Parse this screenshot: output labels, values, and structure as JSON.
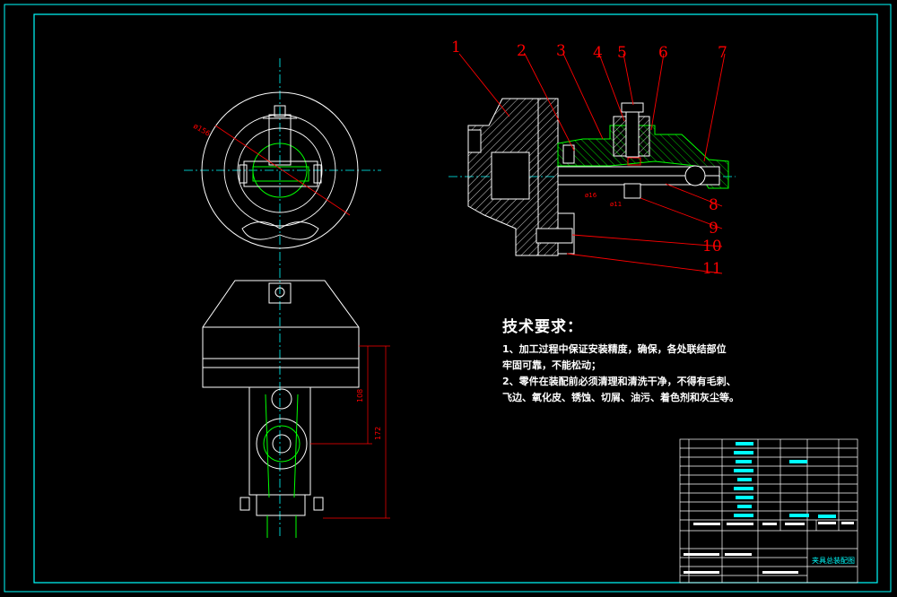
{
  "drawing": {
    "part_labels": [
      "1",
      "2",
      "3",
      "4",
      "5",
      "6",
      "7",
      "8",
      "9",
      "10",
      "11"
    ],
    "dimensions": {
      "front_diameter": "ø156",
      "bore_diameter": "ø16",
      "shaft_diameter": "ø11",
      "height_upper": "108",
      "height_total": "172"
    },
    "colors": {
      "background": "#000000",
      "border": "#00ffff",
      "outline": "#ffffff",
      "section": "#00ff00",
      "leader": "#ff0000",
      "centerline": "#00ffff"
    }
  },
  "tech_requirements": {
    "title": "技术要求：",
    "line1": "1、加工过程中保证安装精度，确保，各处联结部位",
    "line2": "牢固可靠，不能松动；",
    "line3": "2、零件在装配前必须清理和清洗干净，不得有毛刺、",
    "line4": "飞边、氧化皮、锈蚀、切屑、油污、着色剂和灰尘等。"
  },
  "title_block": {
    "drawing_name": "夹具总装配图"
  }
}
